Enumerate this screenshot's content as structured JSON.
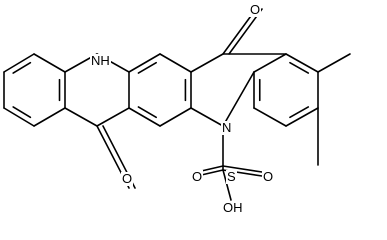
{
  "molecule": {
    "atom_labels": {
      "nh": "NH",
      "n": "N",
      "o_ketone_top": "O",
      "o_ketone_bottom": "O",
      "s": "S",
      "o_sulfonyl_left": "O",
      "o_sulfonyl_right": "O",
      "oh": "OH"
    },
    "substituents": [
      "methyl",
      "methyl",
      "sulfonic acid"
    ],
    "ring_count": 5
  }
}
